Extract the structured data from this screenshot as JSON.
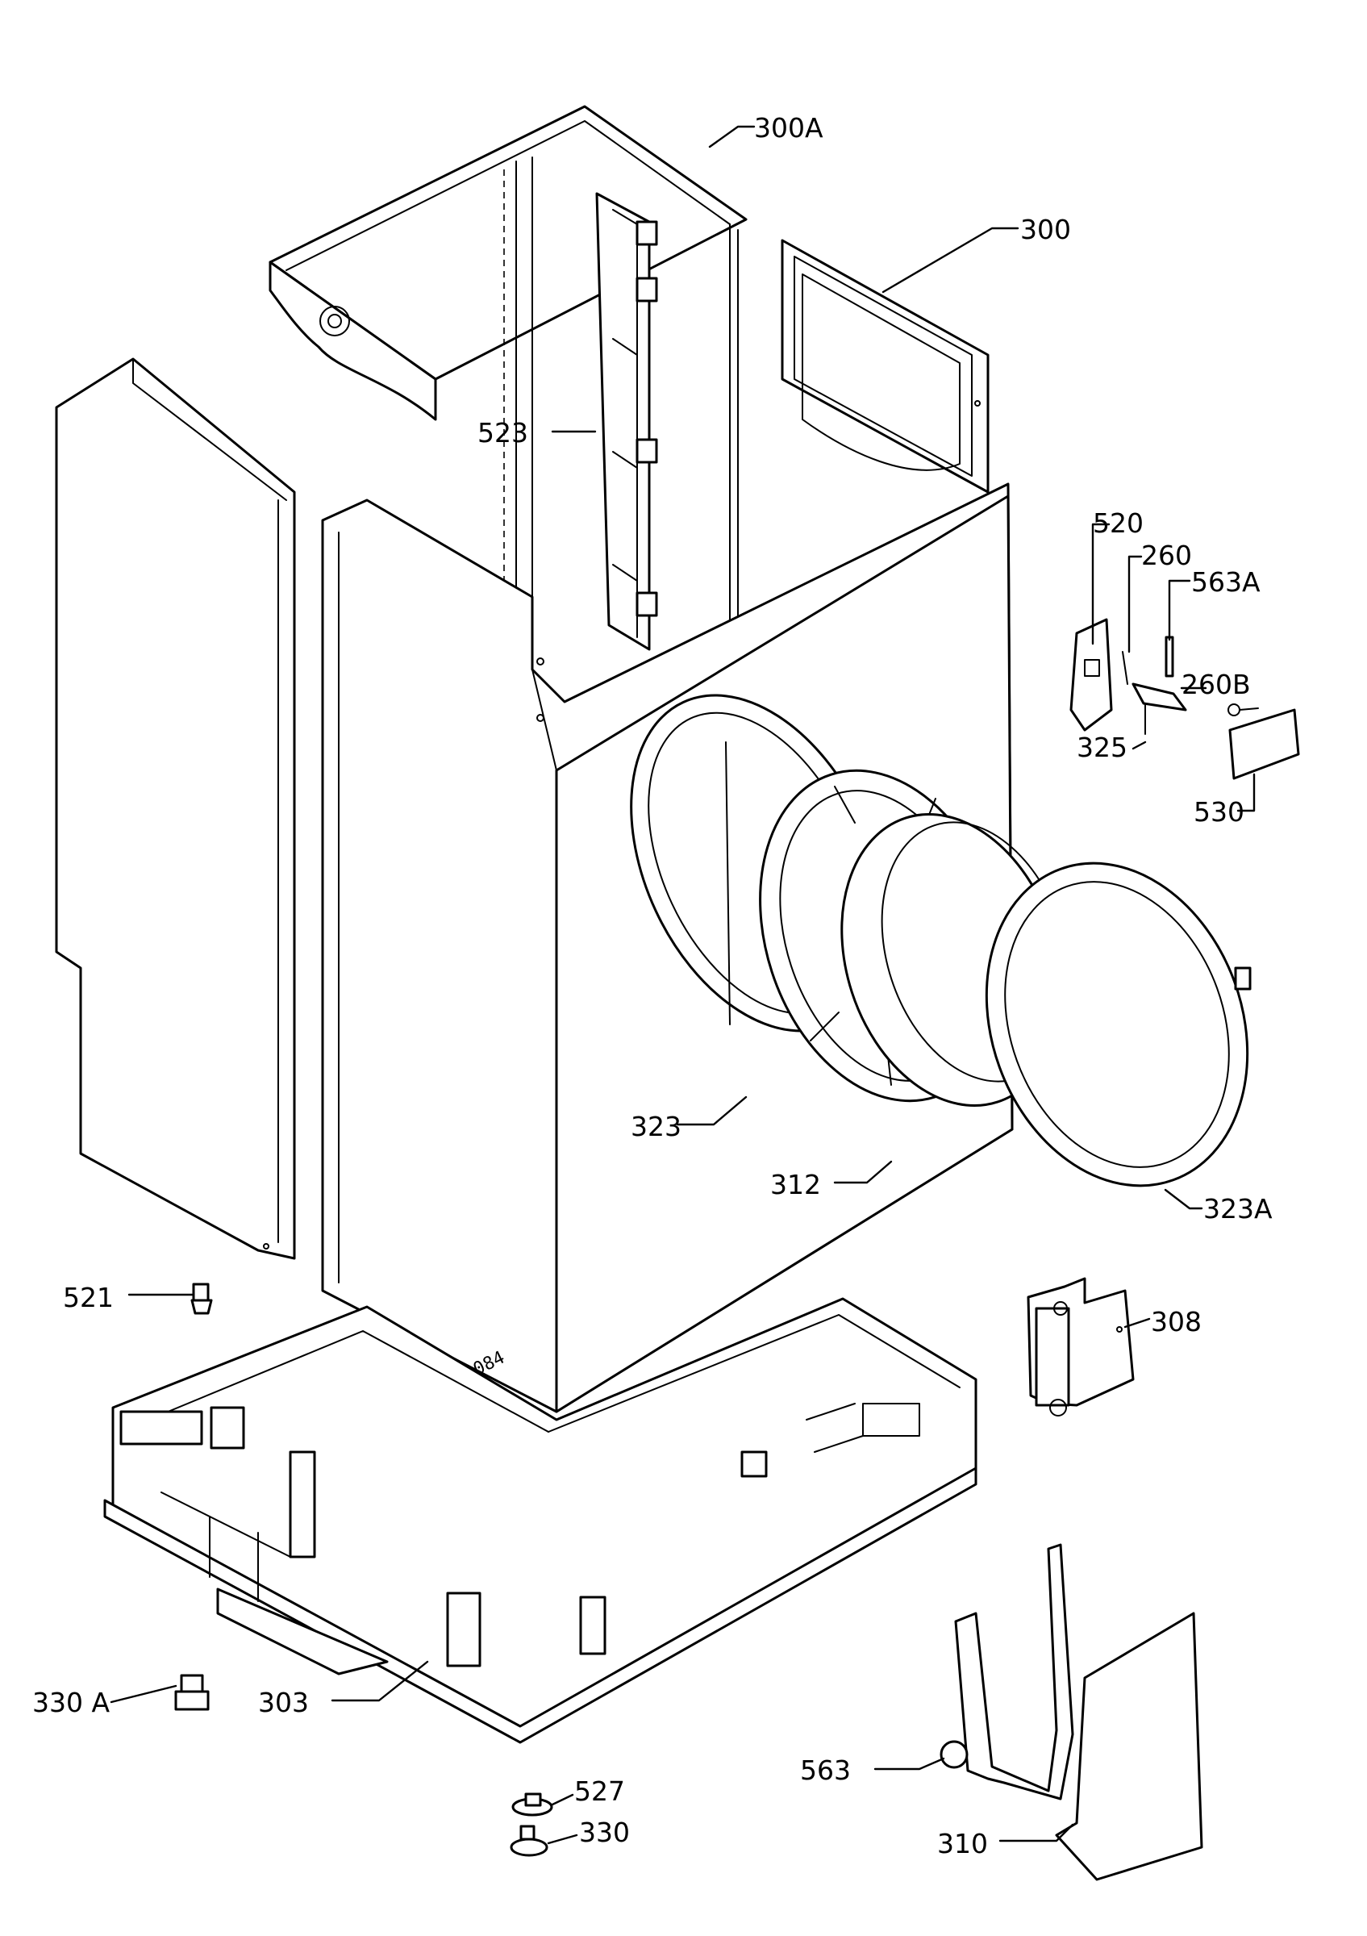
{
  "diagram": {
    "stamp": "FA1-04084",
    "labels": {
      "p300A": "300A",
      "p300": "300",
      "p523": "523",
      "p520": "520",
      "p260": "260",
      "p563A": "563A",
      "p260B": "260B",
      "p325": "325",
      "p530": "530",
      "p323": "323",
      "p312": "312",
      "p323A": "323A",
      "p308": "308",
      "p521": "521",
      "p330A": "330 A",
      "p303": "303",
      "p527": "527",
      "p330": "330",
      "p563": "563",
      "p310": "310"
    }
  }
}
